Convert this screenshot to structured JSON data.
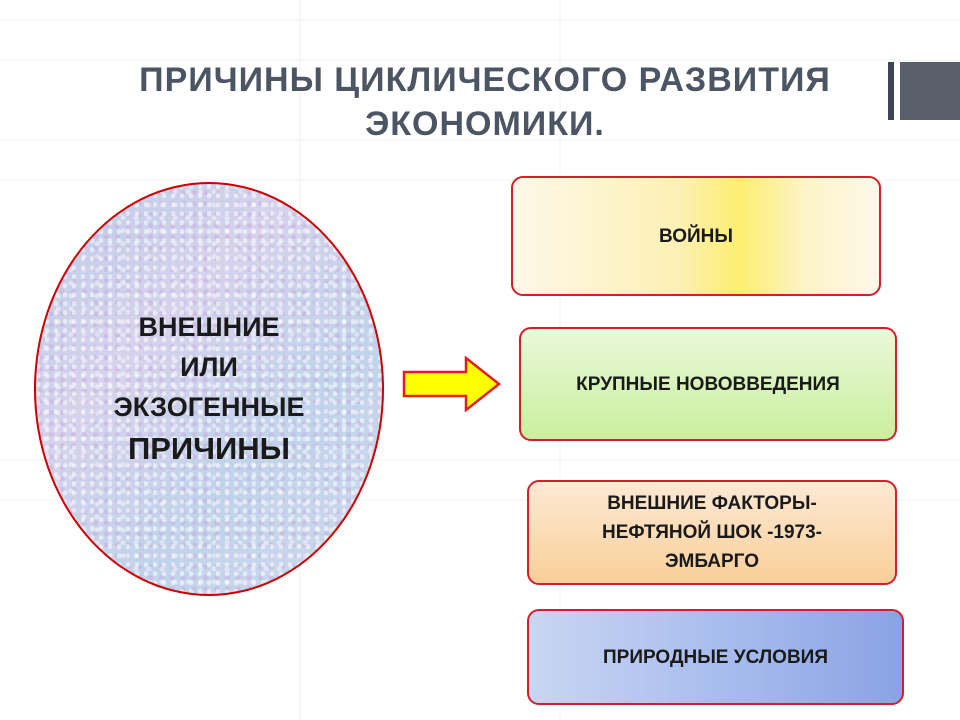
{
  "slide": {
    "title_line1": "ПРИЧИНЫ ЦИКЛИЧЕСКОГО РАЗВИТИЯ",
    "title_line2": "ЭКОНОМИКИ."
  },
  "ellipse": {
    "line1": "ВНЕШНИЕ",
    "line2": "ИЛИ",
    "line3": "ЭКЗОГЕННЫЕ",
    "line4": "ПРИЧИНЫ"
  },
  "boxes": {
    "wars": "ВОЙНЫ",
    "innovations": "КРУПНЫЕ НОВОВВЕДЕНИЯ",
    "external_line1": "ВНЕШНИЕ ФАКТОРЫ-",
    "external_line2": "НЕФТЯНОЙ ШОК -1973-",
    "external_line3": "ЭМБАРГО",
    "nature": "ПРИРОДНЫЕ УСЛОВИЯ"
  },
  "icons": {
    "arrow": "right-arrow-icon"
  },
  "colors": {
    "title": "#4b5563",
    "border_red": "#d21f2b",
    "arrow_fill": "#ffff00",
    "arrow_stroke": "#e02020"
  }
}
